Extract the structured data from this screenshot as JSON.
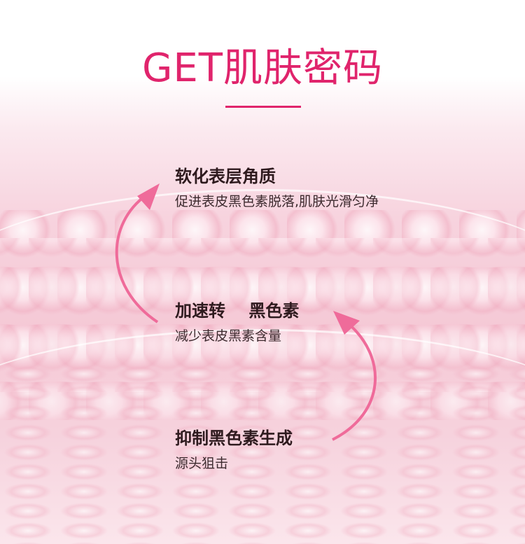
{
  "title": "GET肌肤密码",
  "items": [
    {
      "heading": "软化表层角质",
      "sub": "促进表皮黑色素脱落,肌肤光滑匀净"
    },
    {
      "heading": "加速转    黑色素",
      "sub": "减少表皮黑素含量"
    },
    {
      "heading": "抑制黑色素生成",
      "sub": "源头狙击"
    }
  ],
  "colors": {
    "accent": "#e0246c",
    "arrow": "#ef6b9a"
  }
}
